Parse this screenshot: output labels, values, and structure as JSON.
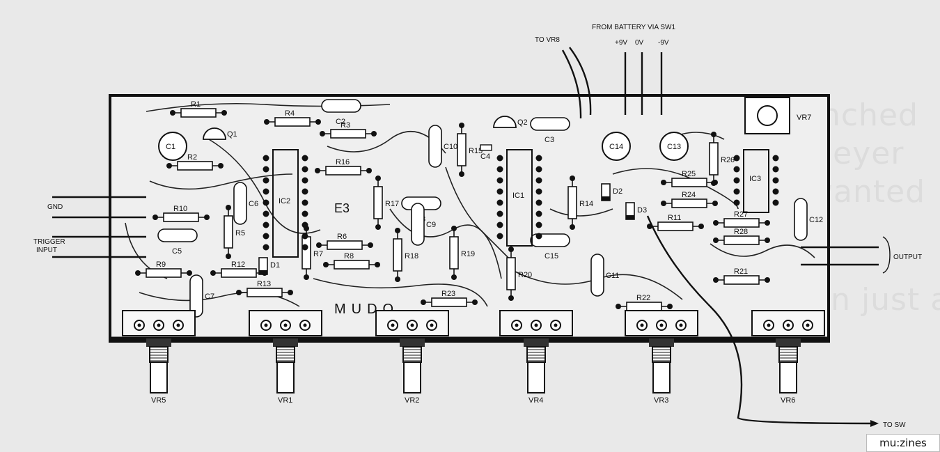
{
  "header": {
    "battery_label": "FROM BATTERY VIA SW1",
    "supply": [
      "+9V",
      "0V",
      "-9V"
    ],
    "to_vr8": "TO VR8"
  },
  "inputs": {
    "gnd": "GND",
    "trigger": [
      "TRIGGER",
      "INPUT"
    ]
  },
  "output": {
    "label": "OUTPUT",
    "to_sw": "TO SW"
  },
  "board": {
    "resistors": [
      "R1",
      "R2",
      "R3",
      "R4",
      "R5",
      "R6",
      "R7",
      "R8",
      "R9",
      "R10",
      "R11",
      "R12",
      "R13",
      "R14",
      "R15",
      "R16",
      "R17",
      "R18",
      "R19",
      "R20",
      "R21",
      "R22",
      "R23",
      "R24",
      "R25",
      "R26",
      "R27",
      "R28"
    ],
    "capacitors": [
      "C1",
      "C2",
      "C3",
      "C4",
      "C5",
      "C6",
      "C7",
      "C8",
      "C9",
      "C10",
      "C11",
      "C12",
      "C13",
      "C14",
      "C15"
    ],
    "chips": [
      "IC1",
      "IC2",
      "IC3"
    ],
    "diodes": [
      "D1",
      "D2",
      "D3"
    ],
    "transistors": [
      "Q1",
      "Q2"
    ],
    "trimmer": "VR7",
    "silk_text": "MUDO",
    "silk_text2": "E3",
    "pots": [
      "VR5",
      "VR1",
      "VR2",
      "VR4",
      "VR3",
      "VR6"
    ]
  },
  "background_text": [
    "Inched",
    "Beyer",
    "wanted",
    "en just  are"
  ],
  "footer": {
    "brand": "mu:zines"
  }
}
